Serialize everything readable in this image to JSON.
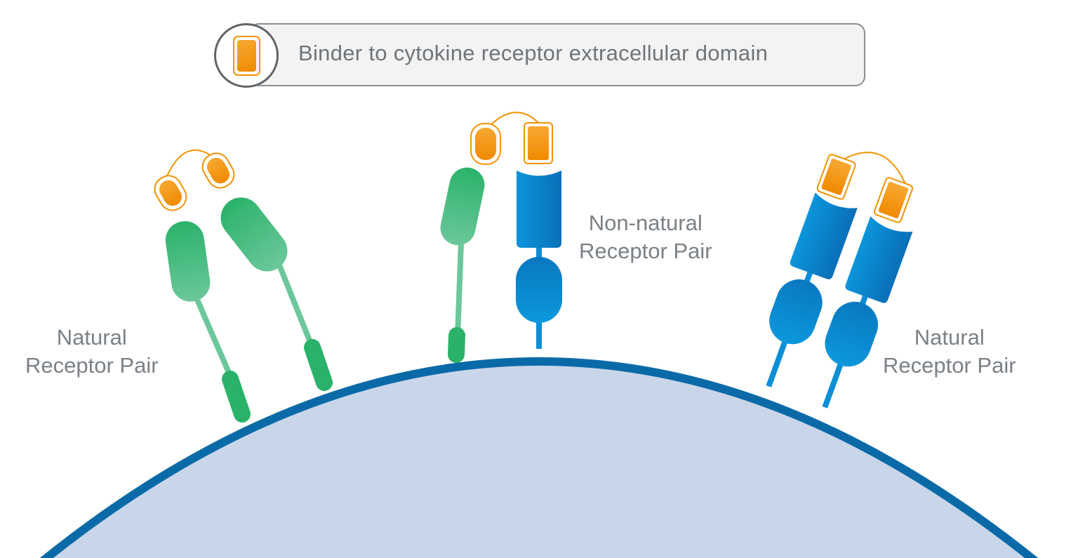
{
  "legend": {
    "text": "Binder to cytokine receptor extracellular domain",
    "icon": "binder-icon"
  },
  "labels": {
    "left": {
      "line1": "Natural",
      "line2": "Receptor Pair"
    },
    "center": {
      "line1": "Non-natural",
      "line2": "Receptor Pair"
    },
    "right": {
      "line1": "Natural",
      "line2": "Receptor Pair"
    }
  },
  "colors": {
    "binder": "#f39200",
    "green_receptor": "#2db36f",
    "blue_receptor": "#0a8fd6",
    "membrane": "#0a6aa8",
    "cell": "#c9d6ea",
    "text": "#7b8186"
  }
}
